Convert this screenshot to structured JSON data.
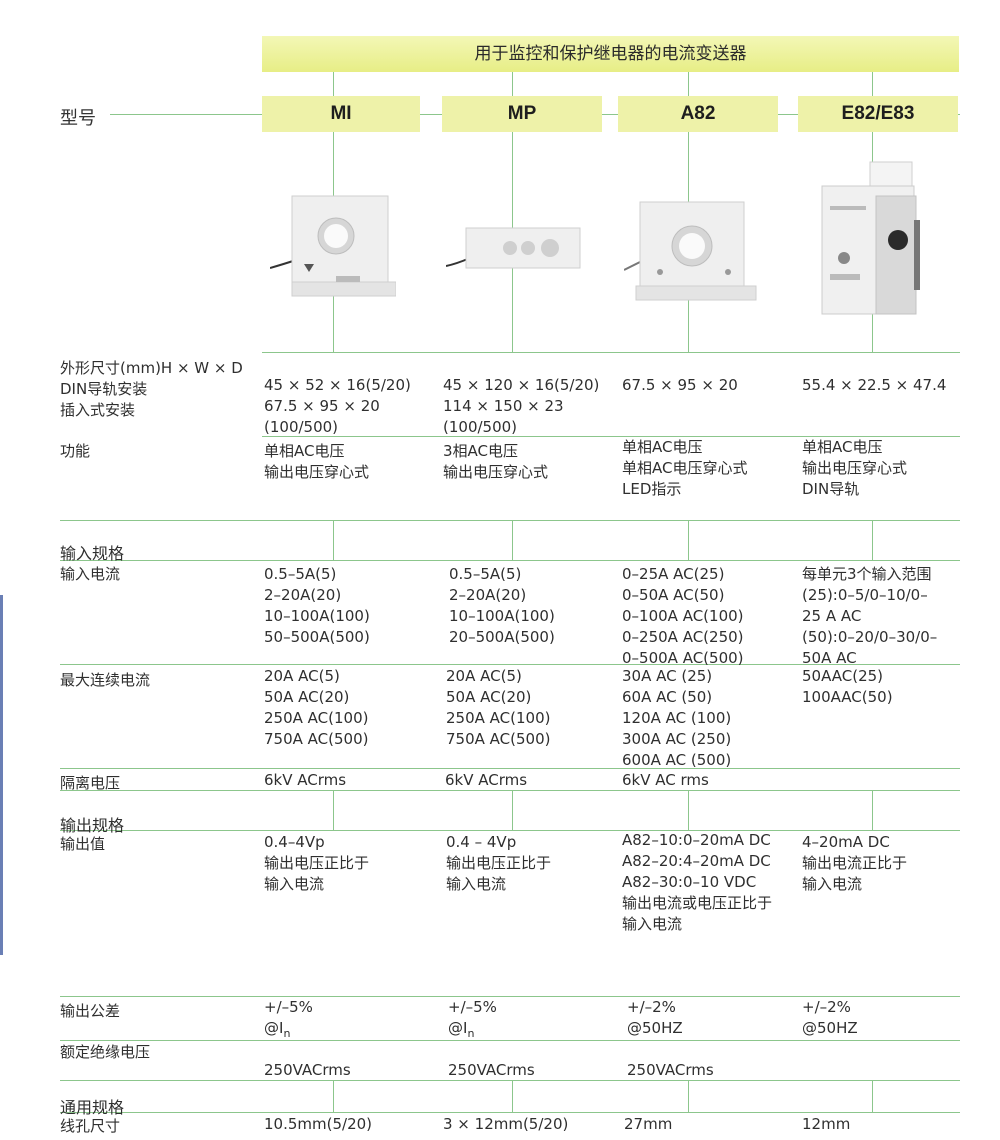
{
  "banner": "用于监控和保护继电器的电流变送器",
  "model_label": "型号",
  "models": [
    "MI",
    "MP",
    "A82",
    "E82/E83"
  ],
  "product_icons": [
    "ct-mi-icon",
    "ct-mp-icon",
    "ct-a82-icon",
    "ct-e82-icon"
  ],
  "labels": {
    "dims_1": "外形尺寸(mm)H × W × D",
    "dims_2": "DIN导轨安装",
    "dims_3": "插入式安装",
    "function": "功能",
    "input_spec": "输入规格",
    "input_current": "输入电流",
    "max_current": "最大连续电流",
    "isolation": "隔离电压",
    "output_spec": "输出规格",
    "output_value": "输出值",
    "output_tolerance": "输出公差",
    "rated_insulation": "额定绝缘电压",
    "general_spec": "通用规格",
    "hole_size": "线孔尺寸"
  },
  "cols": [
    {
      "dims": "45 × 52 × 16(5/20)\n67.5 × 95 × 20\n(100/500)",
      "function": "单相AC电压\n输出电压穿心式",
      "input_current": "0.5–5A(5)\n2–20A(20)\n10–100A(100)\n50–500A(500)",
      "max_current": "20A AC(5)\n50A AC(20)\n250A AC(100)\n750A AC(500)",
      "isolation": "6kV ACrms",
      "output_value": "0.4–4Vp\n输出电压正比于\n输入电流",
      "tol_1": "+/–5%",
      "tol_2": "@I",
      "tol_sub": "n",
      "rated_insulation": "250VACrms",
      "hole_size": "10.5mm(5/20)"
    },
    {
      "dims": "45 × 120 × 16(5/20)\n114 × 150 × 23\n(100/500)",
      "function": "3相AC电压\n输出电压穿心式",
      "input_current": "0.5–5A(5)\n2–20A(20)\n10–100A(100)\n20–500A(500)",
      "max_current": "20A AC(5)\n50A AC(20)\n250A AC(100)\n750A AC(500)",
      "isolation": "6kV ACrms",
      "output_value": "0.4 – 4Vp\n输出电压正比于\n输入电流",
      "tol_1": "+/–5%",
      "tol_2": "@I",
      "tol_sub": "n",
      "rated_insulation": "250VACrms",
      "hole_size": "3 × 12mm(5/20)"
    },
    {
      "dims": "67.5 × 95 × 20",
      "function": "单相AC电压\n单相AC电压穿心式\nLED指示",
      "input_current": "0–25A AC(25)\n0–50A AC(50)\n0–100A AC(100)\n0–250A AC(250)\n0–500A AC(500)",
      "max_current": "30A AC (25)\n60A AC (50)\n120A AC (100)\n300A AC (250)\n600A AC (500)",
      "isolation": "6kV AC rms",
      "output_value": "A82–10:0–20mA DC\nA82–20:4–20mA DC\nA82–30:0–10 VDC\n输出电流或电压正比于\n输入电流",
      "tol_1": "+/–2%",
      "tol_2": "@50HZ",
      "tol_sub": "",
      "rated_insulation": "250VACrms",
      "hole_size": "27mm"
    },
    {
      "dims": "55.4 × 22.5 × 47.4",
      "function": "单相AC电压\n输出电压穿心式\nDIN导轨",
      "input_current": "每单元3个输入范围\n(25):0–5/0–10/0–\n25 A AC\n(50):0–20/0–30/0–\n50A AC",
      "max_current": "50AAC(25)\n100AAC(50)",
      "isolation": "",
      "output_value": "4–20mA DC\n输出电流正比于\n输入电流",
      "tol_1": "+/–2%",
      "tol_2": "@50HZ",
      "tol_sub": "",
      "rated_insulation": "",
      "hole_size": "12mm"
    }
  ]
}
